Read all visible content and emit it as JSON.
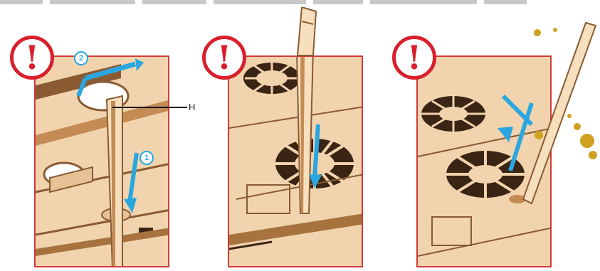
{
  "instruction_strip": "",
  "panels": [
    {
      "warning_symbol": "!",
      "steps": [
        "2",
        "1"
      ],
      "part_label": "H"
    },
    {
      "warning_symbol": "!"
    },
    {
      "warning_symbol": "!"
    }
  ],
  "colors": {
    "warning_red": "#d8202c",
    "panel_border": "#d23a3a",
    "wood_light": "#f1d4ad",
    "wood_dark": "#8a5a32",
    "arrow_blue": "#2aa7e0",
    "glue_ochre": "#d0a020"
  }
}
